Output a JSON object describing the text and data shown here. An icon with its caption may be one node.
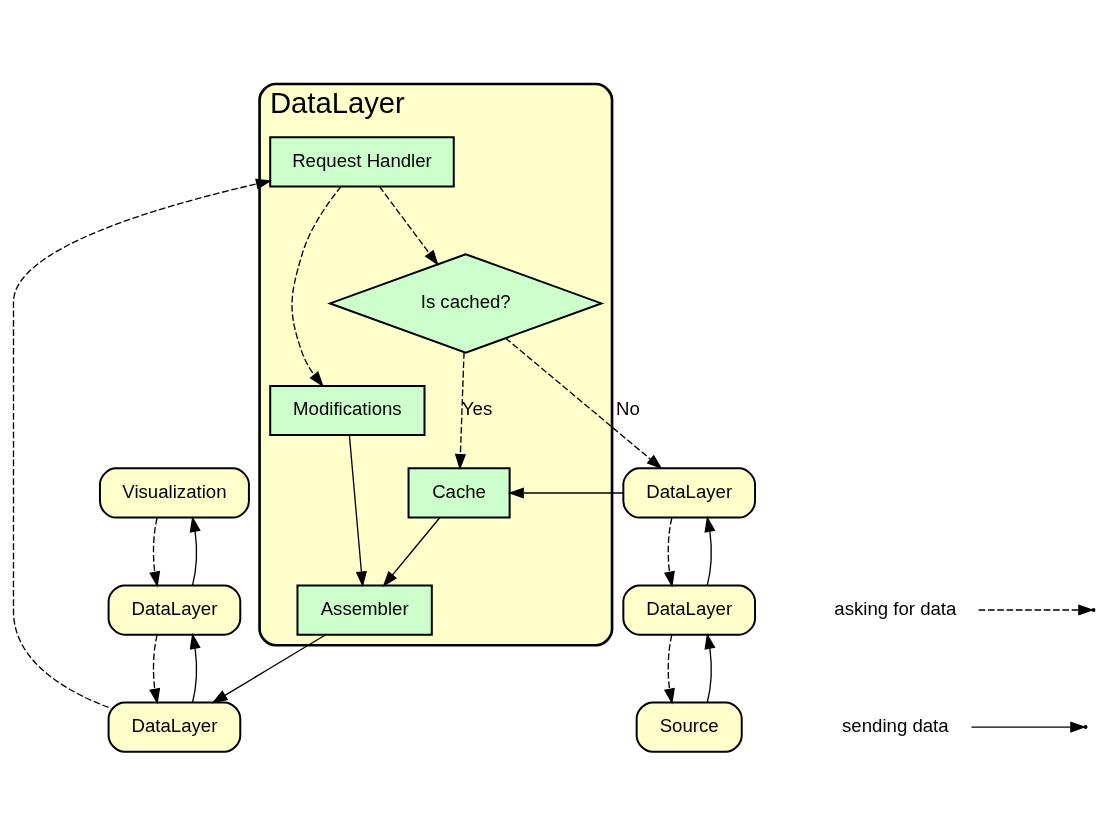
{
  "diagram": {
    "nodes": [
      {
        "text": [
          "Visualization"
        ]
      },
      {
        "text": [
          "DataLayer"
        ]
      },
      {
        "text": [
          "DataLayer"
        ]
      },
      {
        "text": [
          "Source"
        ]
      },
      {
        "text": [
          "DataLayer"
        ]
      },
      {
        "text": [
          "DataLayer"
        ]
      },
      {
        "text": [
          "DataLayer"
        ]
      },
      {
        "text": [
          "Request Handler"
        ],
        "in": 6
      },
      {
        "text": [
          "Assembler"
        ],
        "in": 6
      },
      {
        "text": [
          "Is cached?"
        ],
        "in": 6
      },
      {
        "text": [
          "Cache"
        ],
        "in": 6
      },
      {
        "text": [
          "Modifications"
        ],
        "in": 6
      }
    ],
    "edges": [
      {
        "from": 1,
        "to": 0,
        "arrow": "to"
      },
      {
        "from": 0,
        "to": 1,
        "arrow": "to",
        "style": "dashed"
      },
      {
        "from": 2,
        "to": 1,
        "arrow": "to"
      },
      {
        "from": 1,
        "to": 2,
        "arrow": "to",
        "style": "dashed"
      },
      {
        "from": 2,
        "to": 7,
        "arrow": "to",
        "style": "dashed"
      },
      {
        "from": 8,
        "to": 2,
        "arrow": "to"
      },
      {
        "from": 7,
        "to": 9,
        "arrow": "to",
        "style": "dashed"
      },
      {
        "from": 7,
        "to": 11,
        "arrow": "to",
        "style": "dashed"
      },
      {
        "from": 9,
        "to": 5,
        "arrow": "to",
        "style": "dashed",
        "label": "No"
      },
      {
        "from": 9,
        "to": 10,
        "arrow": "to",
        "style": "dashed",
        "label": "Yes"
      },
      {
        "from": 5,
        "to": 10,
        "arrow": "to"
      },
      {
        "from": 10,
        "to": 8,
        "arrow": "to"
      },
      {
        "from": 11,
        "to": 8,
        "arrow": "to"
      },
      {
        "from": 3,
        "to": 4,
        "arrow": "to"
      },
      {
        "from": 4,
        "to": 3,
        "arrow": "to",
        "style": "dashed"
      },
      {
        "from": 4,
        "to": 5,
        "arrow": "to"
      },
      {
        "from": 5,
        "to": 4,
        "arrow": "to",
        "style": "dashed"
      }
    ],
    "legend": [
      {
        "text": "asking for data"
      },
      {
        "text": "sending data"
      }
    ]
  }
}
